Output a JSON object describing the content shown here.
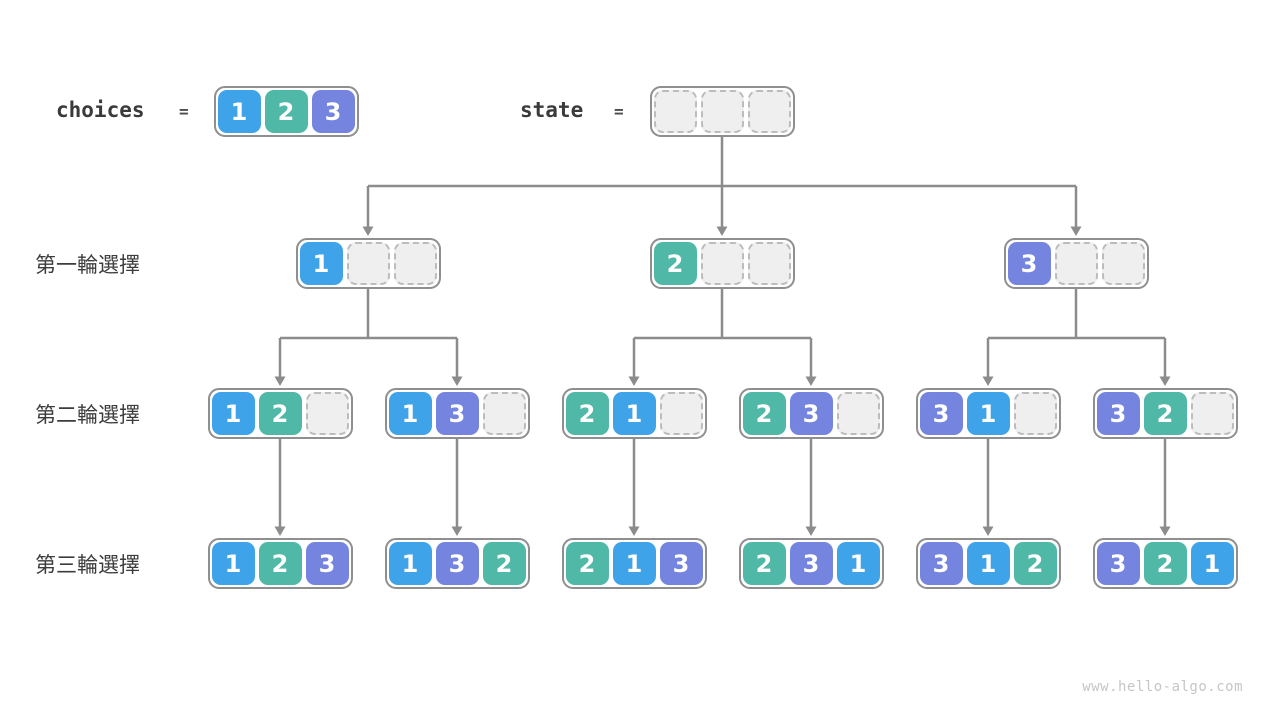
{
  "header": {
    "choices_label": "choices",
    "choices_equals": "=",
    "choices_values": [
      1,
      2,
      3
    ],
    "state_label": "state",
    "state_equals": "=",
    "state_values": [
      null,
      null,
      null
    ]
  },
  "round_labels": [
    "第一輪選擇",
    "第二輪選擇",
    "第三輪選擇"
  ],
  "tree": {
    "level1": [
      [
        1,
        null,
        null
      ],
      [
        2,
        null,
        null
      ],
      [
        3,
        null,
        null
      ]
    ],
    "level2": [
      [
        1,
        2,
        null
      ],
      [
        1,
        3,
        null
      ],
      [
        2,
        1,
        null
      ],
      [
        2,
        3,
        null
      ],
      [
        3,
        1,
        null
      ],
      [
        3,
        2,
        null
      ]
    ],
    "level3": [
      [
        1,
        2,
        3
      ],
      [
        1,
        3,
        2
      ],
      [
        2,
        1,
        3
      ],
      [
        2,
        3,
        1
      ],
      [
        3,
        1,
        2
      ],
      [
        3,
        2,
        1
      ]
    ]
  },
  "colors": {
    "value_1": "#3EA3E8",
    "value_2": "#4FB8A6",
    "value_3": "#7584DF",
    "arrow": "#8C8C8C"
  },
  "watermark": "www.hello-algo.com"
}
